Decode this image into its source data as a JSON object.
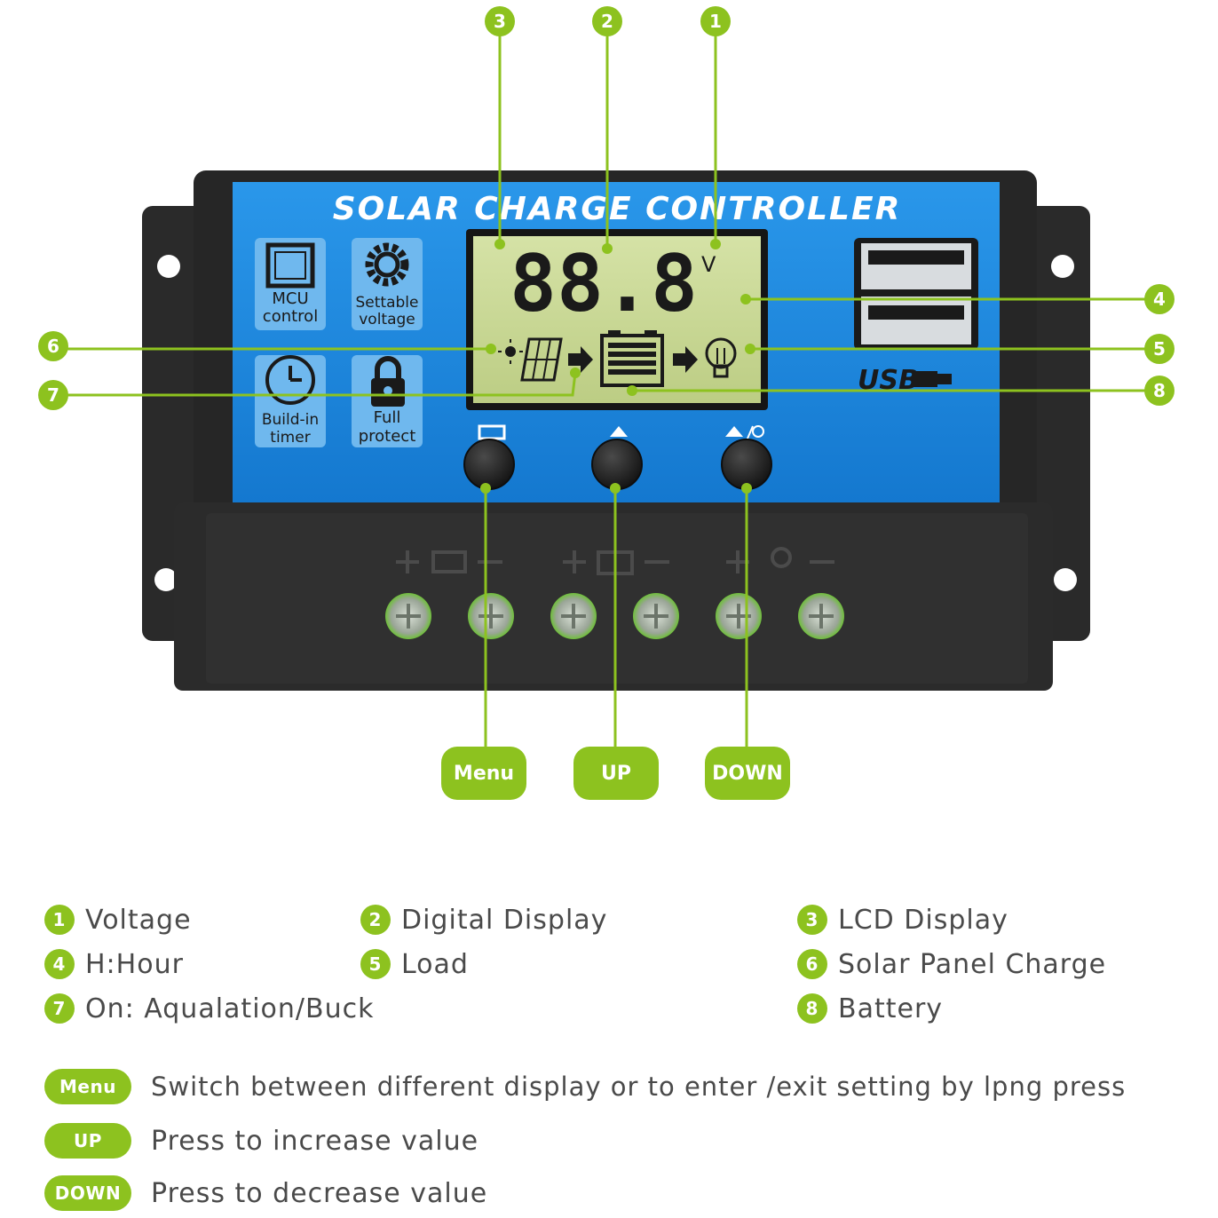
{
  "device": {
    "title": "SOLAR CHARGE CONTROLLER",
    "lcd_digits": "88.8",
    "lcd_unit": "V",
    "features": [
      {
        "icon": "chip-icon",
        "line1": "MCU",
        "line2": "control"
      },
      {
        "icon": "gear-icon",
        "line1": "Settable",
        "line2": "voltage"
      },
      {
        "icon": "clock-icon",
        "line1": "Build-in",
        "line2": "timer"
      },
      {
        "icon": "lock-icon",
        "line1": "Full",
        "line2": "protect"
      }
    ],
    "usb_label": "USB"
  },
  "callouts": [
    "1",
    "2",
    "3",
    "4",
    "5",
    "6",
    "7",
    "8"
  ],
  "buttons": {
    "menu": "Menu",
    "up": "UP",
    "down": "DOWN"
  },
  "legend": [
    {
      "num": "1",
      "text": "Voltage"
    },
    {
      "num": "2",
      "text": "Digital Display"
    },
    {
      "num": "3",
      "text": "LCD Display"
    },
    {
      "num": "4",
      "text": "H:Hour"
    },
    {
      "num": "5",
      "text": "Load"
    },
    {
      "num": "6",
      "text": "Solar Panel Charge"
    },
    {
      "num": "7",
      "text": "On: Aqualation/Buck"
    },
    {
      "num": "8",
      "text": "Battery"
    }
  ],
  "button_legend": [
    {
      "pill": "Menu",
      "text": "Switch between different display or to enter /exit setting by lpng press"
    },
    {
      "pill": "UP",
      "text": "Press to increase value"
    },
    {
      "pill": "DOWN",
      "text": "Press to decrease value"
    }
  ],
  "colors": {
    "accent": "#8dc21f",
    "panel_blue": "#1e8be0",
    "housing": "#2b2b2b",
    "lcd": "#c9d89a"
  }
}
